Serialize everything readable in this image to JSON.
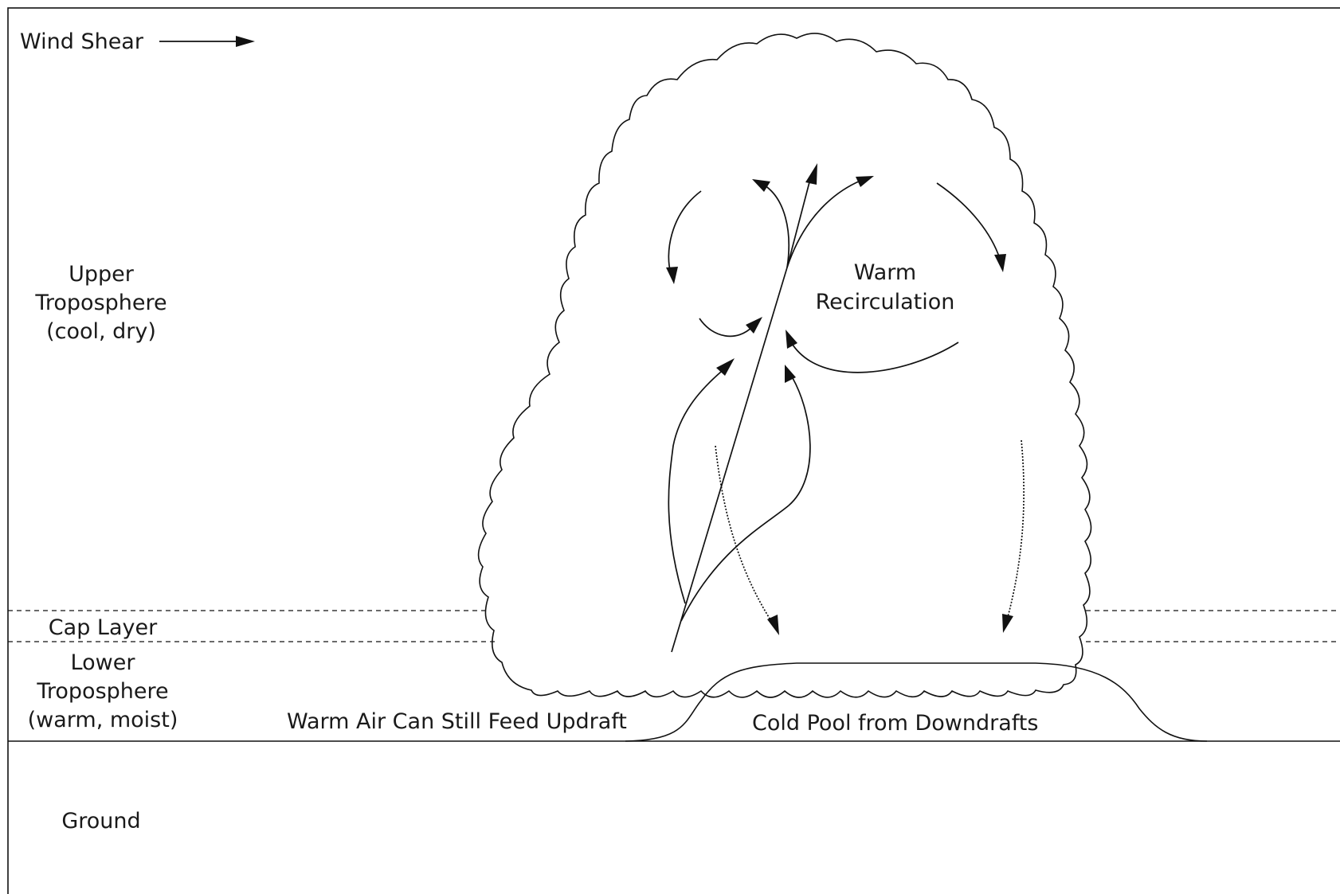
{
  "labels": {
    "wind_shear": "Wind Shear",
    "upper": [
      "Upper",
      "Troposphere",
      "(cool, dry)"
    ],
    "cap_layer": "Cap Layer",
    "lower": [
      "Lower",
      "Troposphere",
      "(warm, moist)"
    ],
    "warm_recirculation": [
      "Warm",
      "Recirculation"
    ],
    "warm_air_feed": "Warm Air Can Still Feed Updraft",
    "cold_pool": "Cold Pool from Downdrafts",
    "ground": "Ground"
  }
}
